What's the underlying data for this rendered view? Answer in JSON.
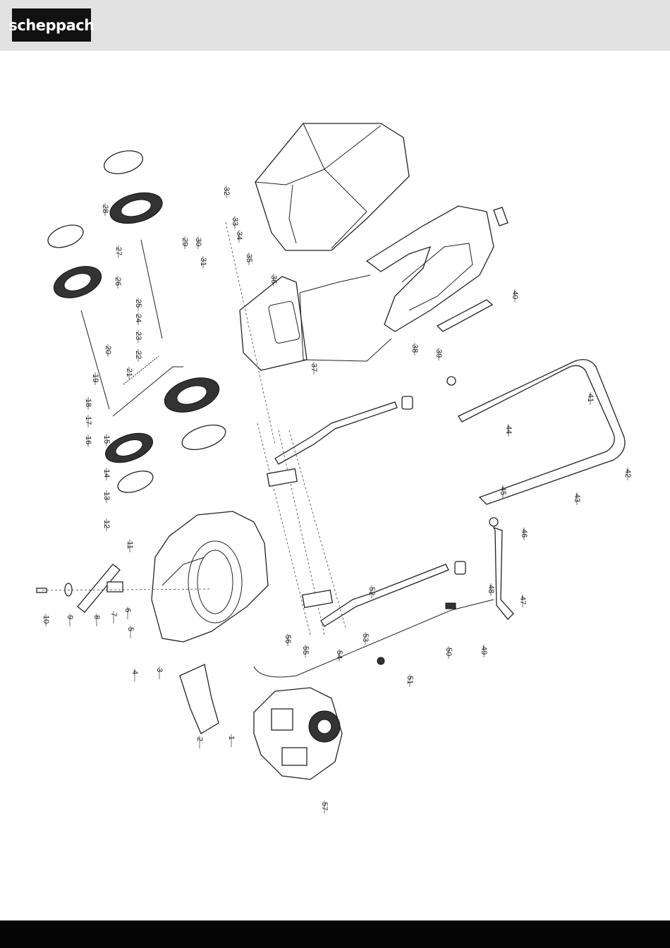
{
  "brand": {
    "logo_text": "scheppach"
  },
  "diagram": {
    "part_numbers": [
      "1",
      "2",
      "3",
      "4",
      "5",
      "6",
      "7",
      "8",
      "9",
      "10",
      "11",
      "12",
      "13",
      "14",
      "15",
      "16",
      "17",
      "18",
      "19",
      "20",
      "21",
      "22",
      "23",
      "24",
      "25",
      "26",
      "27",
      "28",
      "29",
      "30",
      "31",
      "32",
      "33",
      "34",
      "35",
      "36",
      "37",
      "38",
      "39",
      "40",
      "41",
      "42",
      "43",
      "44",
      "45",
      "46",
      "47",
      "48",
      "49",
      "50",
      "51",
      "52",
      "53",
      "54",
      "55",
      "56",
      "57"
    ]
  }
}
